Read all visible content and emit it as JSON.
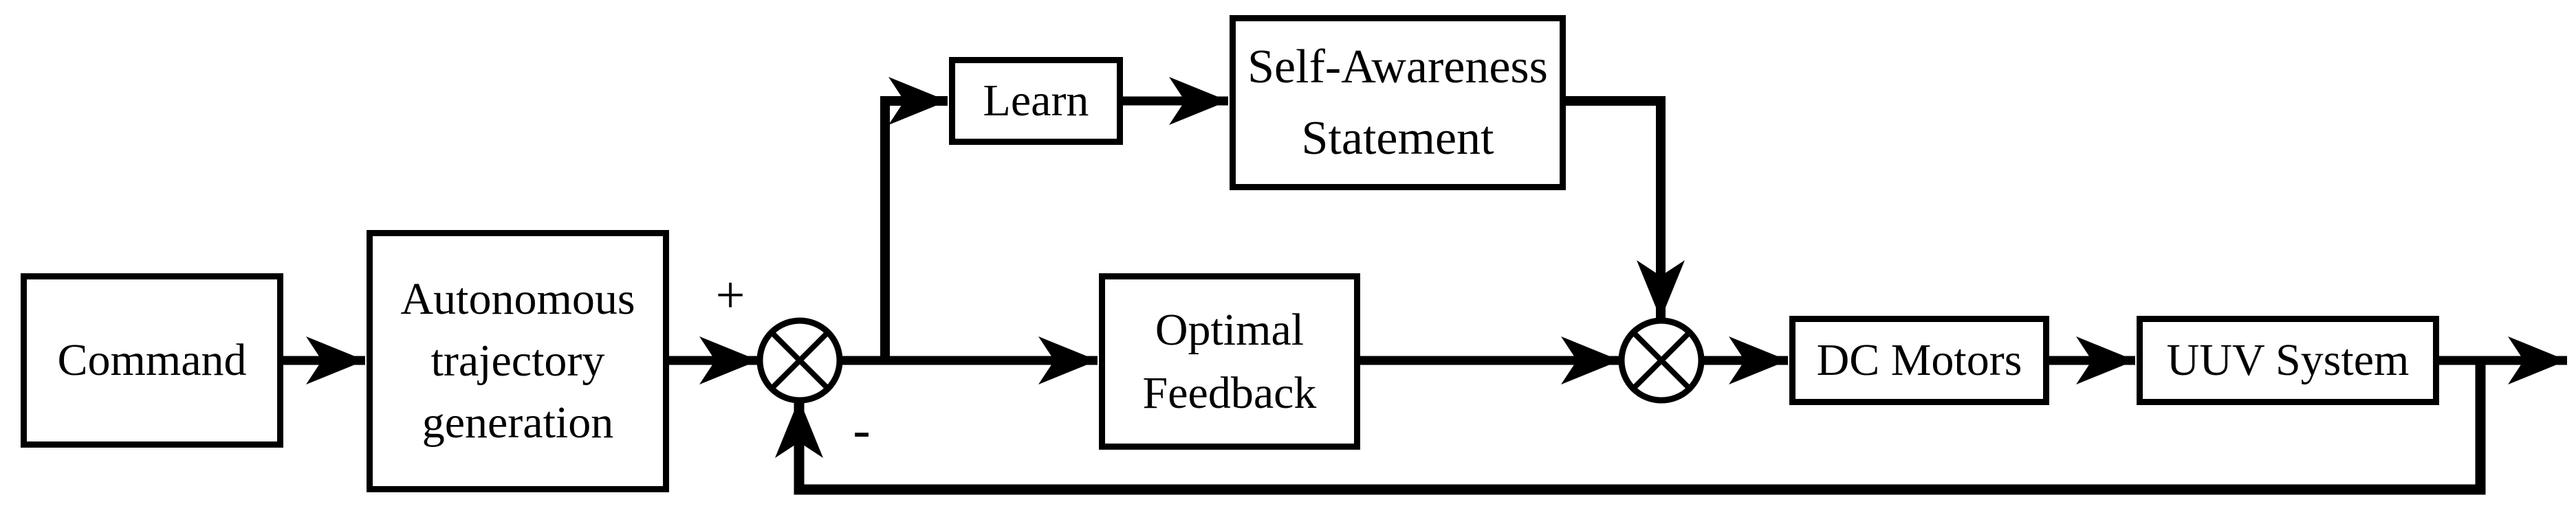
{
  "diagram": {
    "title": "UUV self-aware optimal feedback control loop",
    "background": "#ffffff",
    "line_color": "#000000",
    "blocks": {
      "command": {
        "label": "Command"
      },
      "autonomous_trajectory_generation": {
        "lines": [
          "Autonomous",
          "trajectory",
          "generation"
        ]
      },
      "learn": {
        "label": "Learn"
      },
      "self_awareness_statement": {
        "lines": [
          "Self-Awareness",
          "Statement"
        ]
      },
      "optimal_feedback": {
        "lines": [
          "Optimal",
          "Feedback"
        ]
      },
      "dc_motors": {
        "label": "DC Motors"
      },
      "uuv_system": {
        "label": "UUV System"
      }
    },
    "signs": {
      "plus": "+",
      "minus": "-"
    },
    "junctions": [
      {
        "name": "summing-junction-1",
        "symbol": "circle-with-cross",
        "inputs": [
          "command path (+)",
          "feedback path (-)"
        ]
      },
      {
        "name": "summing-junction-2",
        "symbol": "circle-with-cross",
        "inputs": [
          "Self-Awareness Statement",
          "Optimal Feedback"
        ]
      }
    ],
    "connections": [
      {
        "from": "Command",
        "to": "Autonomous trajectory generation"
      },
      {
        "from": "Autonomous trajectory generation",
        "to": "summing-junction-1",
        "sign": "+"
      },
      {
        "from": "summing-junction-1",
        "to": "Learn"
      },
      {
        "from": "Learn",
        "to": "Self-Awareness Statement"
      },
      {
        "from": "Self-Awareness Statement",
        "to": "summing-junction-2"
      },
      {
        "from": "summing-junction-1",
        "to": "Optimal Feedback"
      },
      {
        "from": "Optimal Feedback",
        "to": "summing-junction-2"
      },
      {
        "from": "summing-junction-2",
        "to": "DC Motors"
      },
      {
        "from": "DC Motors",
        "to": "UUV System"
      },
      {
        "from": "UUV System",
        "to": "output"
      },
      {
        "from": "UUV System",
        "to": "summing-junction-1",
        "sign": "-",
        "path": "feedback"
      }
    ]
  }
}
